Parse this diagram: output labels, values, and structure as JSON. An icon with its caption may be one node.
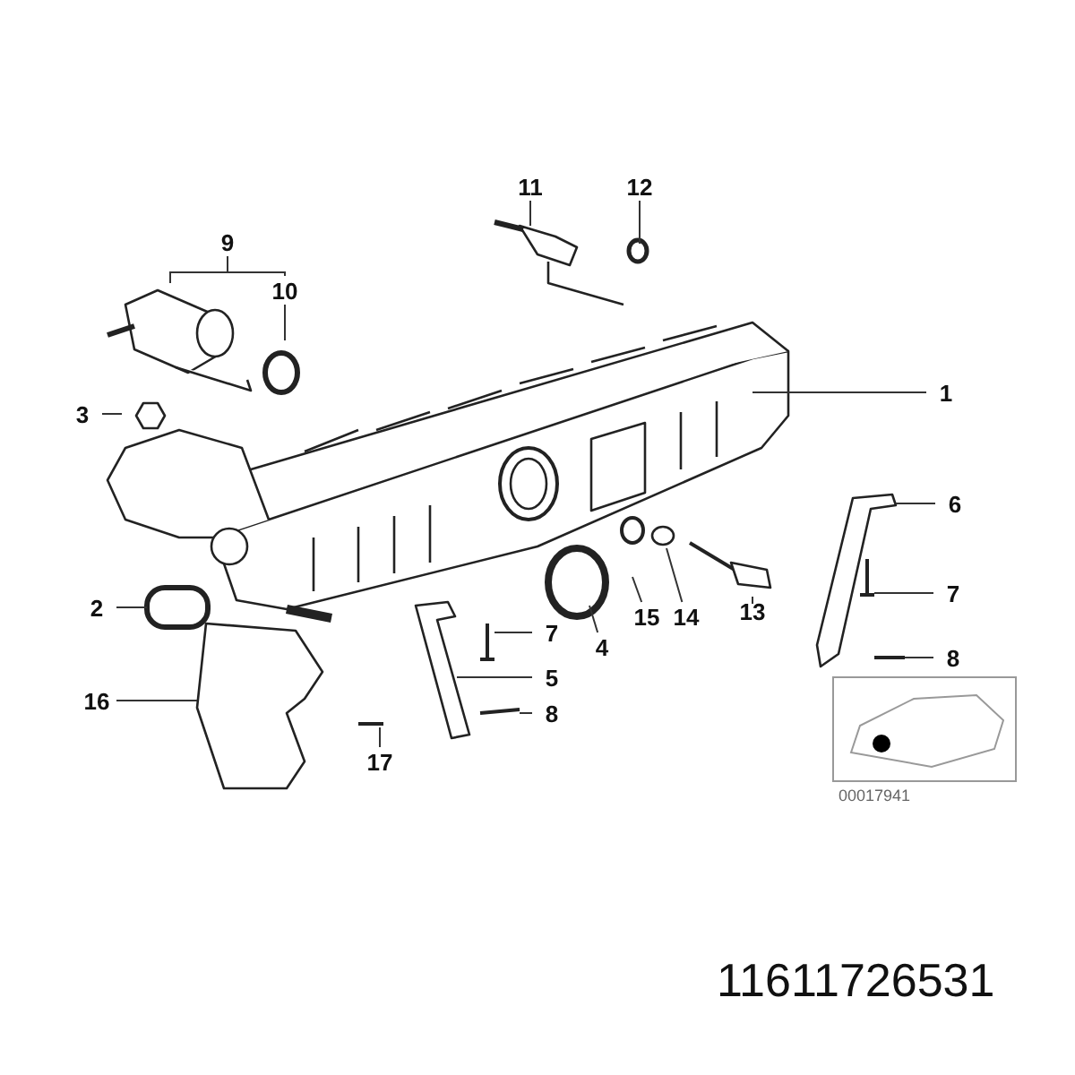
{
  "diagram": {
    "nodes": [
      {
        "text": [
          "9"
        ]
      },
      {
        "text": [
          "10"
        ]
      },
      {
        "text": [
          "11"
        ]
      },
      {
        "text": [
          "12"
        ]
      },
      {
        "text": [
          "3"
        ]
      },
      {
        "text": [
          "1"
        ]
      },
      {
        "text": [
          "6"
        ]
      },
      {
        "text": [
          "2"
        ]
      },
      {
        "text": [
          "7"
        ]
      },
      {
        "text": [
          "15"
        ]
      },
      {
        "text": [
          "14"
        ]
      },
      {
        "text": [
          "13"
        ]
      },
      {
        "text": [
          "4"
        ]
      },
      {
        "text": [
          "8"
        ]
      },
      {
        "text": [
          "7"
        ]
      },
      {
        "text": [
          "16"
        ]
      },
      {
        "text": [
          "5"
        ]
      },
      {
        "text": [
          "8"
        ]
      },
      {
        "text": [
          "17"
        ]
      }
    ],
    "edges": [
      {
        "from": 0,
        "to": null,
        "arrow": "none"
      },
      {
        "from": 0,
        "to": 1,
        "arrow": "none"
      },
      {
        "from": 1,
        "to": null,
        "arrow": "none"
      },
      {
        "from": 2,
        "to": null,
        "arrow": "none"
      },
      {
        "from": 3,
        "to": null,
        "arrow": "none"
      },
      {
        "from": 4,
        "to": null,
        "arrow": "none"
      },
      {
        "from": 5,
        "to": null,
        "arrow": "none"
      },
      {
        "from": 6,
        "to": null,
        "arrow": "none"
      },
      {
        "from": 7,
        "to": null,
        "arrow": "none"
      },
      {
        "from": 8,
        "to": null,
        "arrow": "none"
      },
      {
        "from": 9,
        "to": null,
        "arrow": "none"
      },
      {
        "from": 10,
        "to": null,
        "arrow": "none"
      },
      {
        "from": 11,
        "to": null,
        "arrow": "none"
      },
      {
        "from": 12,
        "to": null,
        "arrow": "none"
      },
      {
        "from": 13,
        "to": null,
        "arrow": "none"
      },
      {
        "from": 14,
        "to": null,
        "arrow": "none"
      },
      {
        "from": 15,
        "to": null,
        "arrow": "none"
      },
      {
        "from": 16,
        "to": null,
        "arrow": "none"
      },
      {
        "from": 17,
        "to": null,
        "arrow": "none"
      },
      {
        "from": 18,
        "to": null,
        "arrow": "none"
      }
    ],
    "labels": [
      "00017941",
      "11611726531"
    ]
  }
}
